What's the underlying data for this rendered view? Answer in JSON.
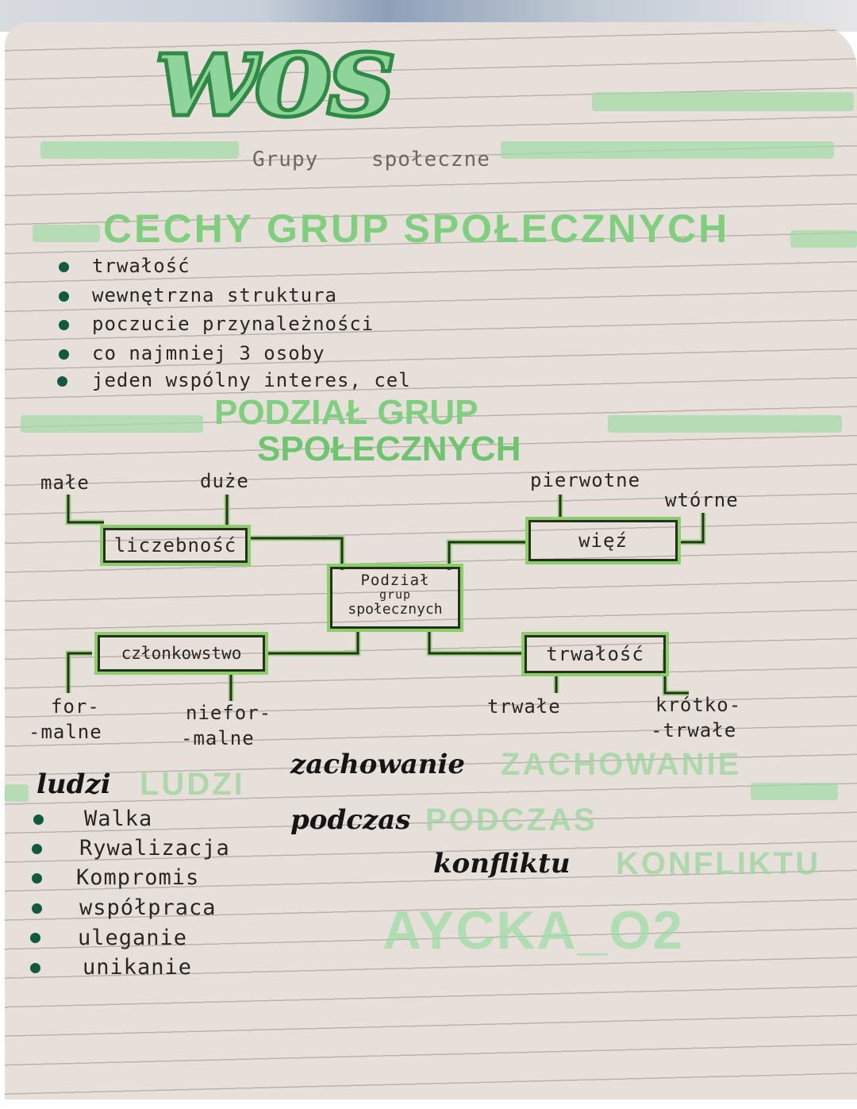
{
  "header": {
    "logo_text": "wos",
    "subtitle_words": [
      "Grupy",
      "społeczne"
    ]
  },
  "section1": {
    "heading": "CECHY GRUP SPOŁECZNYCH",
    "items": [
      "trwałość",
      "wewnętrzna struktura",
      "poczucie przynależności",
      "co najmniej 3 osoby",
      "jeden wspólny interes, cel"
    ]
  },
  "section2": {
    "heading_line1": "PODZIAŁ GRUP",
    "heading_line2": "SPOŁECZNYCH",
    "diagram": {
      "center": [
        "Podział",
        "grup",
        "społecznych"
      ],
      "liczebnosc": {
        "label": "liczebność",
        "branches": [
          "małe",
          "duże"
        ]
      },
      "wiez": {
        "label": "więź",
        "branches": [
          "pierwotne",
          "wtórne"
        ]
      },
      "czlonkowstwo": {
        "label": "członkowstwo",
        "branches": [
          "for-",
          "-malne",
          "niefor-",
          "-malne"
        ]
      },
      "trwalosc": {
        "label": "trwałość",
        "branches": [
          "trwałe",
          "krótko-",
          "-trwałe"
        ]
      }
    }
  },
  "section3": {
    "ghost_heading": [
      "ZACHOWANIE",
      "LUDZI",
      "PODCZAS",
      "KONFLIKTU"
    ],
    "script_heading": [
      "zachowanie",
      "ludzi",
      "podczas",
      "konfliktu"
    ],
    "items": [
      "Walka",
      "Rywalizacja",
      "Kompromis",
      "współpraca",
      "uleganie",
      "unikanie"
    ]
  },
  "signature": "AYCKA_O2",
  "colors": {
    "paper": "#e7e0da",
    "green_marker": "#7fcf7f",
    "dark_green": "#2f8a45",
    "ink": "#2a2624"
  }
}
